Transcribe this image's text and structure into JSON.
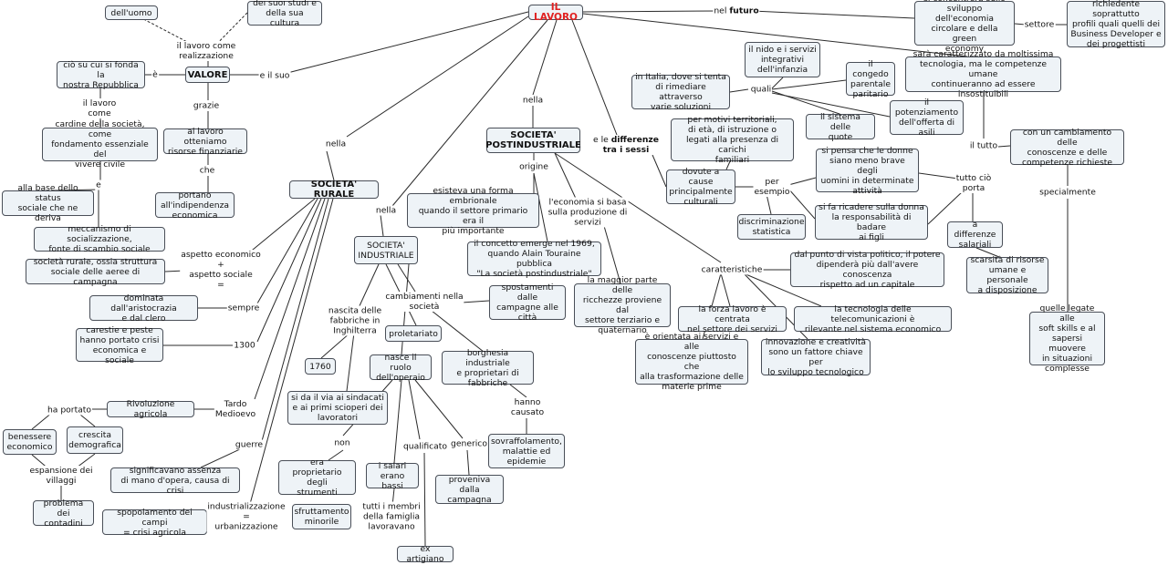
{
  "map": {
    "title": "IL LAVORO",
    "nodes": {
      "il_lavoro": "IL LAVORO",
      "valore": "VALORE",
      "delluomo": "dell'uomo",
      "studi": "dei suoi studi e\ndella sua cultura",
      "repubblica": "ciò su cui si fonda la\nnostra Repubblica",
      "cardine": "cardine della società, come\nfondamento essenziale del\nvivere civile",
      "status": "alla base dello status\nsociale che ne deriva",
      "meccanismo": "meccanismo di socializzazione,\nfonte di scambio sociale",
      "risorse": "al lavoro otteniamo\nrisorse finanziarie",
      "indipendenza": "portano all'indipendenza\neconomica",
      "rurale": "SOCIETA' RURALE",
      "struttura": "società rurale, ossia struttura\nsociale delle aeree di campagna",
      "aristocrazia": "dominata dall'aristocrazia\ne dal clero",
      "carestie": "carestie e peste\nhanno portato crisi\neconomica e sociale",
      "rivoluzione": "Rivoluzione agricola",
      "benessere": "benessere\neconomico",
      "crescita": "crescita\ndemografica",
      "problema": "problema dei\ncontadini",
      "assenza": "significavano assenza\ndi mano d'opera, causa di crisi",
      "spopolamento": "spopolamento dei campi\n= crisi agricola",
      "industriale": "SOCIETA'\nINDUSTRIALE",
      "proletariato": "proletariato",
      "anno1760": "1760",
      "ruolo": "nasce il ruolo\ndell'operaio",
      "sindacati": "si da il via ai sindacati\ne ai primi scioperi dei\nlavoratori",
      "proprietario": "era\nproprietario degli\nstrumenti",
      "sfruttamento": "sfruttamento\nminorile",
      "salari_bassi": "i salari\nerano bassi",
      "artigiano": "ex artigiano",
      "campagna": "proveniva dalla\ncampagna",
      "spostamenti": "spostamenti dalle\ncampagne alle\ncittà",
      "borghesia": "borghesia industriale\ne proprietari di\nfabbriche",
      "sovraffollamento": "sovraffolamento,\nmalattie ed\nepidemie",
      "postindustriale": "SOCIETA'\nPOSTINDUSTRIALE",
      "embrionale": "esisteva una forma embrionale\nquando il settore primario era il\npiù importante",
      "concetto1969": "il concetto emerge nel 1969,\nquando Alain Touraine pubblica\n\"La società postindustriale\"",
      "ricchezze": "la maggior parte delle\nricchezze proviene dal\nsettore terziario e\nquaternario",
      "forza_lavoro": "la forza lavoro è centrata\nnel settore dei servizi",
      "orientata": "è orientata ai servizi e alle\nconoscenze piuttosto che\nalla trasformazione delle\nmaterie prime",
      "politico": "dal punto di vista politico, il potere\ndipenderà più dall'avere conoscenza\nrispetto ad un capitale",
      "telecom": "la tecnologia delle telecomunicazioni è\nrilevante nel sistema economico",
      "innovazione": "innovazione e creatività\nsono un fattore chiave per\nlo sviluppo tecnologico",
      "italia": "in Italia, dove si tenta\ndi rimediare attraverso\nvarie soluzioni",
      "nido": "il nido e i servizi\nintegrativi\ndell'infanzia",
      "congedo": "il congedo\nparentale\nparitario",
      "quote": "il sistema delle\nquote",
      "potenziamento": "il potenziamento\ndell'offerta di\nasili",
      "motivi": "per motivi territoriali,\ndi età, di istruzione o\nlegati alla presenza di carichi\nfamiliari",
      "cause_culturali": "dovute a cause\nprincipalmente\nculturali",
      "discriminazione": "discriminazione\nstatistica",
      "meno_brave": "si pensa che le donne\nsiano meno brave degli\nuomini in determinate\nattività",
      "figli": "si fa ricadere sulla donna\nla responsabilità di badare\nai figli",
      "differenze_salariali": "a differenze\nsalariali",
      "scarsita": "scarsità di risorse\numane e personale\na disposizione",
      "circolare": "si concentrerà sullo\nsviluppo dell'economia\ncircolare e della green\neconomy",
      "profili": "richiedente soprattutto\nprofili quali quelli dei\nBusiness Developer e\ndei progettisti",
      "tecnologia": "sarà caratterizzato da moltissima\ntecnologia, ma le competenze umane\ncontinueranno ad essere insostituibili",
      "cambiamento": "con un cambiamento delle\nconoscenze e delle\ncompetenze richieste",
      "soft_skills": "quelle legate alle\nsoft skills e al\nsapersi muovere\nin situazioni\ncomplesse"
    },
    "labels": {
      "realizzazione": "il lavoro come\nrealizzazione",
      "e": "è",
      "e_il_suo": "e il suo",
      "il_lavoro_come": "il lavoro\ncome",
      "e2": "e",
      "grazie": "grazie",
      "che": "che",
      "nella1": "nella",
      "nella2": "nella",
      "nella3": "nella",
      "aspetto": "aspetto economico\n+\naspetto sociale\n=",
      "sempre": "sempre",
      "anno1300": "1300",
      "tardo": "Tardo\nMedioevo",
      "ha_portato": "ha portato",
      "espansione": "espansione dei\nvillaggi",
      "guerre": "guerre",
      "industrializzazione": "industrializzazione\n=\nurbanizzazione",
      "nascita": "nascita delle\nfabbriche in\nInghilterra",
      "cambiamenti": "cambiamenti nella\nsocietà",
      "non": "non",
      "qualificato": "qualificato",
      "generico": "generico",
      "tutti_membri": "tutti i membri\ndella famiglia\nlavoravano",
      "hanno_causato": "hanno\ncausato",
      "origine": "origine",
      "economia_basa": "l'economia si basa\nsulla produzione di\nservizi",
      "caratteristiche": "caratteristiche",
      "differenze_pre": "e le ",
      "differenze_bold": "differenze\ntra i sessi",
      "quali": "quali",
      "per_esempio": "per\nesempio",
      "tutto_cio": "tutto ciò\nporta",
      "nel": "nel ",
      "futuro": "futuro",
      "settore": "settore",
      "il_tutto": "il tutto",
      "specialmente": "specialmente"
    }
  }
}
